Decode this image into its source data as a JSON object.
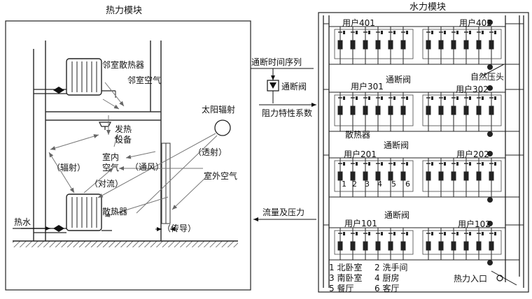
{
  "thermal_module": {
    "title": "热力模块",
    "neighbor_radiator": "邻室散热器",
    "neighbor_air": "邻室空气",
    "heat_equipment_line1": "发热",
    "heat_equipment_line2": "设备",
    "solar": "太阳辐射",
    "transmit": "（透射）",
    "radiation": "（辐射）",
    "indoor_air_line1": "室内",
    "indoor_air_line2": "空气",
    "ventilation": "（通风）",
    "convection": "（对流）",
    "outdoor_air": "室外空气",
    "radiator": "散热器",
    "hot_water": "热水",
    "conduction": "（传导）"
  },
  "links": {
    "time_series": "通断时间序列",
    "valve": "通断阀",
    "resistance": "阻力特性系数",
    "flow_pressure": "流量及压力"
  },
  "hydraulic_module": {
    "title": "水力模块",
    "user_401": "用户401",
    "user_402": "用户402",
    "user_301": "用户301",
    "user_302": "用户302",
    "user_201": "用户201",
    "user_202": "用户202",
    "user_101": "用户101",
    "user_102": "用户102",
    "valve_3": "通断阀",
    "valve_2": "通断阀",
    "valve_1": "通断阀",
    "natural_head": "自然压头",
    "radiator": "散热器",
    "heat_inlet": "热力入口",
    "room_numbers": [
      "1",
      "2",
      "3",
      "4",
      "5",
      "6"
    ],
    "legend": {
      "r1": "1 北卧室",
      "r2": "2 洗手间",
      "r3": "3 南卧室",
      "r4": "4 厨房",
      "r5": "5 餐厅",
      "r6": "6 客厅"
    }
  }
}
